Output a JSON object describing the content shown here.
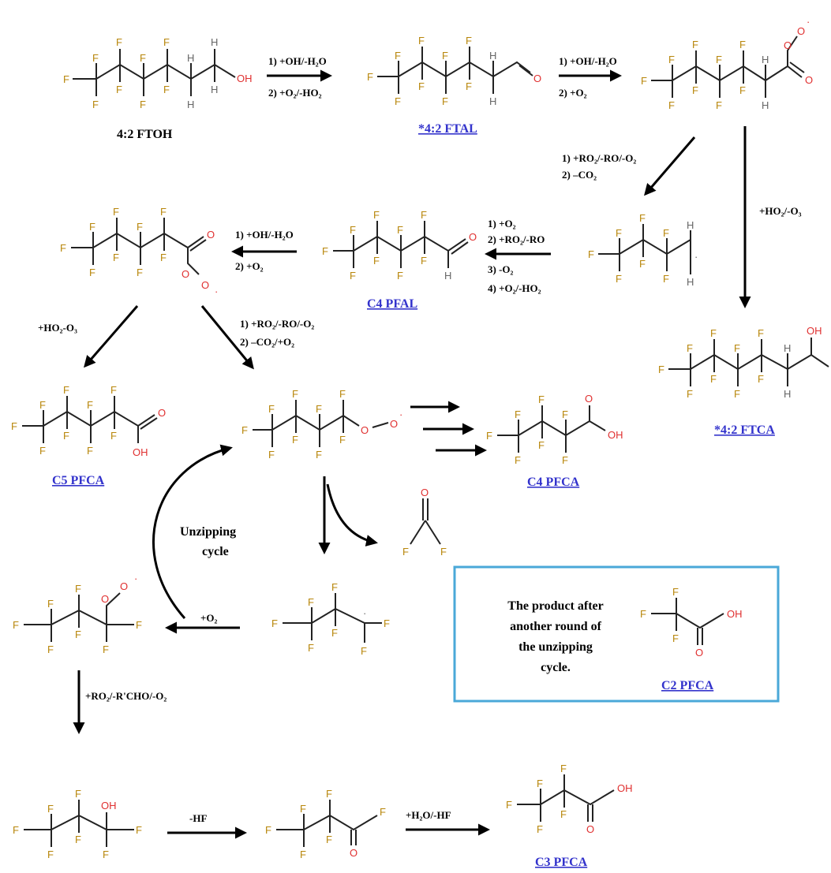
{
  "compounds": {
    "ftoh": "4:2 FTOH",
    "ftal": "*4:2 FTAL",
    "ftca": "*4:2 FTCA",
    "c4_pfal": "C4 PFAL",
    "c5_pfca": "C5 PFCA",
    "c4_pfca": "C4 PFCA",
    "c2_pfca": "C2 PFCA",
    "c3_pfca": "C3 PFCA"
  },
  "conditions": {
    "r1_line1": "1) +OH/-H₂O",
    "r1_line2": "2) +O₂/-HO₂",
    "r2_line1": "1) +OH/-H₂O",
    "r2_line2": "2) +O₂",
    "r3_line1": "1) +RO₂/-RO/-O₂",
    "r3_line2": "2) –CO₂",
    "r4": "+HO₂/-O₃",
    "r5_line1": "1) +O₂",
    "r5_line2": "2) +RO₂/-RO",
    "r5_line3": "3) -O₂",
    "r5_line4": "4) +O₂/-HO₂",
    "r6_line1": "1) +OH/-H₂O",
    "r6_line2": "2) +O₂",
    "r7": "+HO₂-O₃",
    "r8_line1": "1) +RO₂/-RO/-O₂",
    "r8_line2": "2) –CO₂/+O₂",
    "cycle_line1": "Unzipping",
    "cycle_line2": "cycle",
    "o2": "+O₂",
    "r9": "+RO₂/-R'CHO/-O₂",
    "hf": "-HF",
    "h2o_hf": "+H₂O/-HF"
  },
  "box": {
    "line1": "The product after",
    "line2": "another round of",
    "line3": "the unzipping",
    "line4": "cycle."
  },
  "atoms": {
    "F": "F",
    "O": "O",
    "H": "H",
    "OH": "OH",
    "dot": "·"
  },
  "colors": {
    "fluorine": "#b8860b",
    "oxygen": "#e03030",
    "hydrogen": "#666666",
    "link": "#3333cc",
    "box": "#4aa8d8"
  }
}
